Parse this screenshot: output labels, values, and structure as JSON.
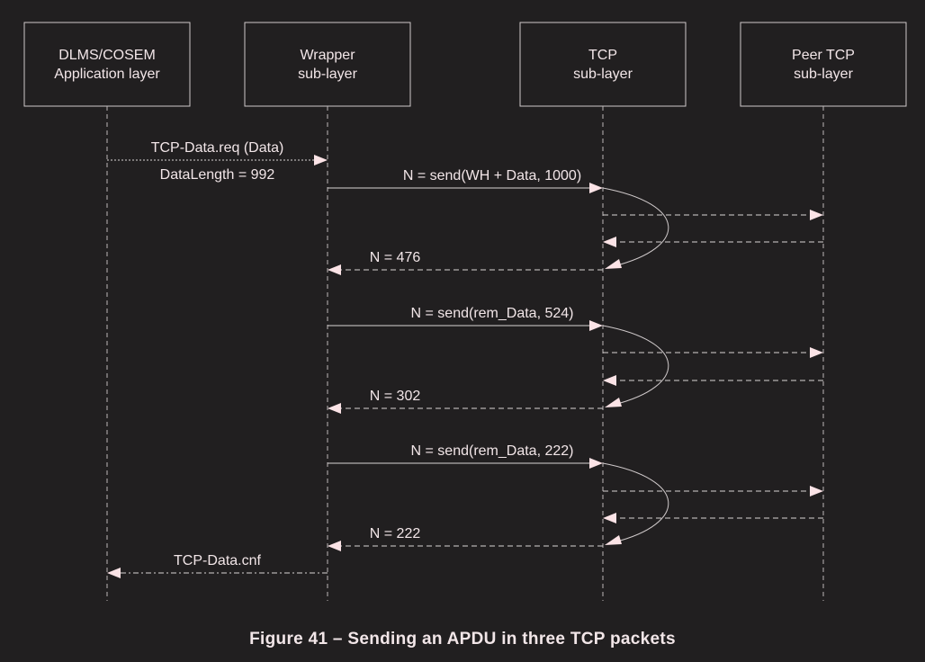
{
  "colors": {
    "background": "#211f20",
    "line": "#d9d4d5",
    "text": "#f2e6e8",
    "arrowhead": "#fbe3e6"
  },
  "participants": [
    {
      "id": "app",
      "lines": [
        "DLMS/COSEM",
        "Application layer"
      ]
    },
    {
      "id": "wrapper",
      "lines": [
        "Wrapper",
        "sub-layer"
      ]
    },
    {
      "id": "tcp",
      "lines": [
        "TCP",
        "sub-layer"
      ]
    },
    {
      "id": "peer",
      "lines": [
        "Peer TCP",
        "sub-layer"
      ]
    }
  ],
  "messages": [
    {
      "id": "tcp-data-req",
      "from": "app",
      "to": "wrapper",
      "style": "dotted",
      "label": "TCP-Data.req (Data)",
      "sublabel": "DataLength = 992"
    },
    {
      "id": "send-1",
      "from": "wrapper",
      "to": "tcp",
      "style": "solid",
      "label": "N = send(WH + Data, 1000)"
    },
    {
      "id": "seg-1",
      "from": "tcp",
      "to": "peer",
      "style": "dashed",
      "label": ""
    },
    {
      "id": "ack-1",
      "from": "peer",
      "to": "tcp",
      "style": "dashed",
      "label": ""
    },
    {
      "id": "ret-1",
      "from": "tcp",
      "to": "wrapper",
      "style": "dashed",
      "label": "N = 476"
    },
    {
      "id": "send-2",
      "from": "wrapper",
      "to": "tcp",
      "style": "solid",
      "label": "N = send(rem_Data, 524)"
    },
    {
      "id": "seg-2",
      "from": "tcp",
      "to": "peer",
      "style": "dashed",
      "label": ""
    },
    {
      "id": "ack-2",
      "from": "peer",
      "to": "tcp",
      "style": "dashed",
      "label": ""
    },
    {
      "id": "ret-2",
      "from": "tcp",
      "to": "wrapper",
      "style": "dashed",
      "label": "N = 302"
    },
    {
      "id": "send-3",
      "from": "wrapper",
      "to": "tcp",
      "style": "solid",
      "label": "N = send(rem_Data, 222)"
    },
    {
      "id": "seg-3",
      "from": "tcp",
      "to": "peer",
      "style": "dashed",
      "label": ""
    },
    {
      "id": "ack-3",
      "from": "peer",
      "to": "tcp",
      "style": "dashed",
      "label": ""
    },
    {
      "id": "ret-3",
      "from": "tcp",
      "to": "wrapper",
      "style": "dashed",
      "label": "N = 222"
    },
    {
      "id": "tcp-data-cnf",
      "from": "wrapper",
      "to": "app",
      "style": "dashdot",
      "label": "TCP-Data.cnf"
    }
  ],
  "caption": "Figure 41 – Sending an APDU in three TCP packets"
}
